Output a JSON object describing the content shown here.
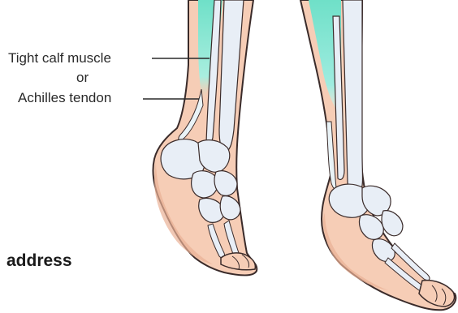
{
  "labels": {
    "tight_calf": "Tight calf muscle",
    "or": "or",
    "achilles": "Achilles tendon"
  },
  "caption": "address",
  "colors": {
    "skin": "#f6cdb6",
    "skin_shadow": "#eab196",
    "outline": "#3a2b2a",
    "bone": "#e8eef6",
    "bone_shadow": "#c9d4e3",
    "muscle": "#7fe3cf",
    "leader_line": "#2a2a2a"
  }
}
